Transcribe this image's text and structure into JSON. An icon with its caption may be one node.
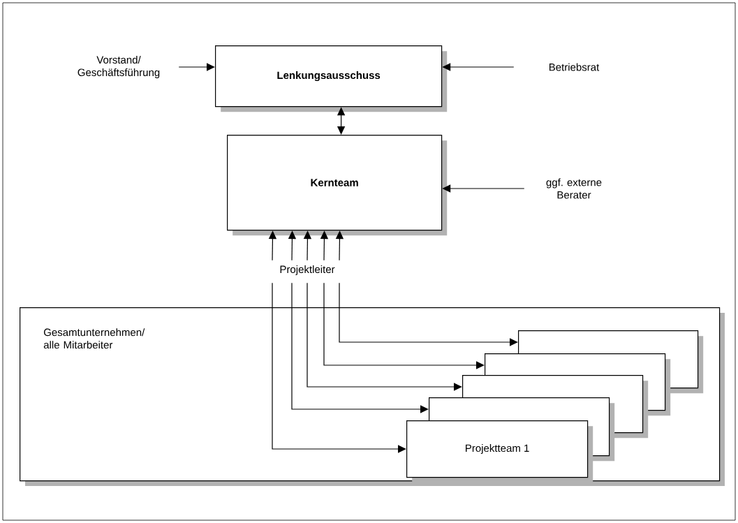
{
  "diagram": {
    "nodes": [
      {
        "text": [
          "Vorstand/ Geschäftsführung"
        ]
      },
      {
        "text": [
          "Lenkungsausschuss"
        ]
      },
      {
        "text": [
          "Betriebsrat"
        ]
      },
      {
        "text": [
          "Kernteam"
        ]
      },
      {
        "text": [
          "ggf. externe Berater"
        ]
      },
      {
        "text": [
          "Projektleiter"
        ]
      },
      {
        "text": [
          "Gesamtunternehmen/ alle Mitarbeiter"
        ]
      },
      {
        "text": [
          "Projektteam 1"
        ],
        "in": 6
      },
      {
        "text": [],
        "shape": "box",
        "in": 6
      },
      {
        "text": [],
        "shape": "box",
        "in": 6
      },
      {
        "text": [],
        "shape": "box",
        "in": 6
      },
      {
        "text": [],
        "shape": "box",
        "in": 6
      }
    ],
    "edges": [
      {
        "from": 0,
        "to": 1,
        "arrow": "to"
      },
      {
        "from": 2,
        "to": 1,
        "arrow": "to"
      },
      {
        "from": 1,
        "to": 3,
        "arrow": "both"
      },
      {
        "from": 4,
        "to": 3,
        "arrow": "to"
      },
      {
        "from": 5,
        "to": 3,
        "arrow": "to"
      },
      {
        "from": 5,
        "to": 3,
        "arrow": "to"
      },
      {
        "from": 5,
        "to": 3,
        "arrow": "to"
      },
      {
        "from": 5,
        "to": 3,
        "arrow": "to"
      },
      {
        "from": 5,
        "to": 3,
        "arrow": "to"
      },
      {
        "from": 5,
        "to": 7,
        "arrow": "to"
      },
      {
        "from": 5,
        "to": 8,
        "arrow": "to"
      },
      {
        "from": 5,
        "to": 9,
        "arrow": "to"
      },
      {
        "from": 5,
        "to": 10,
        "arrow": "to"
      },
      {
        "from": 5,
        "to": 11,
        "arrow": "to"
      }
    ]
  }
}
